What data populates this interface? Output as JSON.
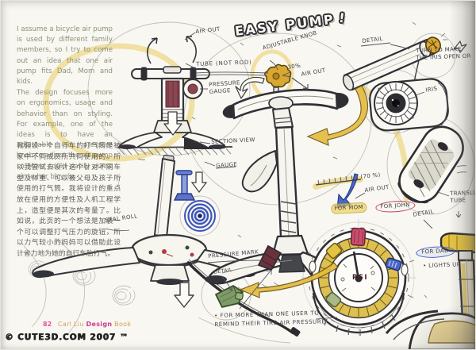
{
  "intro_en": {
    "p1": "I assume a bicycle air pump is used by different family members, so I try to come out an idea that one air pump fits Dad, Mom and kids.",
    "p2": "The design focuses more on ergonomics, usage and behavior than on styling. For example, one of the ideas is to have an adjustable air pressure knob to adjust the air pump so Mom could easily pump air to her bicycle."
  },
  "intro_zh": "我假设一个自行车的打气筒是被家中不同成员所共同使用的。所以我尝试去设计这个针对不同车型及体重、可以被父母及孩子所使用的打气筒。我将设计的重点放在使用的方便性及人机工程学上，造型便是其次的考量了。比如说，此页的一个想法是加装一个可以调整打气压力的旋钮，所以力气较小的妈妈可以借助此设计省力地为她的自行车胎打气。",
  "annotations": {
    "title": "EASY PUMP",
    "title_bang": "!",
    "air_out_top": "AIR OUT",
    "tube_not_rod": "TUBE (NOT ROD)",
    "adjustable_knob": "ADJUSTABLE KNOB",
    "thirty_pct": "30%",
    "air_out_knob": "AIR OUT",
    "pressure_gauge": "PRESSURE\nGAUGE",
    "detail_top": "DETAIL",
    "turn_to_make": "TURN TO MAKE\nTHE IRIS OPEN OR",
    "iris": "IRIS",
    "section_view": "SECTION VIEW",
    "gauge": "GAUGE",
    "seal_roll": "SEAL ROLL",
    "to_70": "(70 %)",
    "air_out_mid": "AIR OUT",
    "for_mom": "FOR MOM",
    "for_john": "FOR JOHN",
    "detail_right": "DETAIL",
    "translucent_tube": "TRANSLUCENT\nTUBE",
    "for_dad": "FOR DAD",
    "lights_up": "• LIGHTS UP",
    "pressure_mark": "PRESSURE MARK",
    "detail_bottom": "DETAIL",
    "footnote": "• FOR MORE THAN ONE USER TO\nREMIND THEIR TIRE AIR PRESSURE",
    "psi": "PSI"
  },
  "footer": {
    "page_number": "82",
    "author": "Carl Liu ",
    "design_word": "Design",
    "book_word": " Book",
    "watermark": "© CUTE3D.COM 2007 ™"
  },
  "colors": {
    "marker_yellow": "#e7c94f",
    "ink": "#35353a",
    "maroon": "#8a4752",
    "gold": "#d8a830",
    "blue": "#3a55b8",
    "green": "#7e9a68",
    "footer_pink": "#e0559a",
    "footer_tan": "#d4a05e",
    "footer_magenta": "#cb3b8e"
  }
}
